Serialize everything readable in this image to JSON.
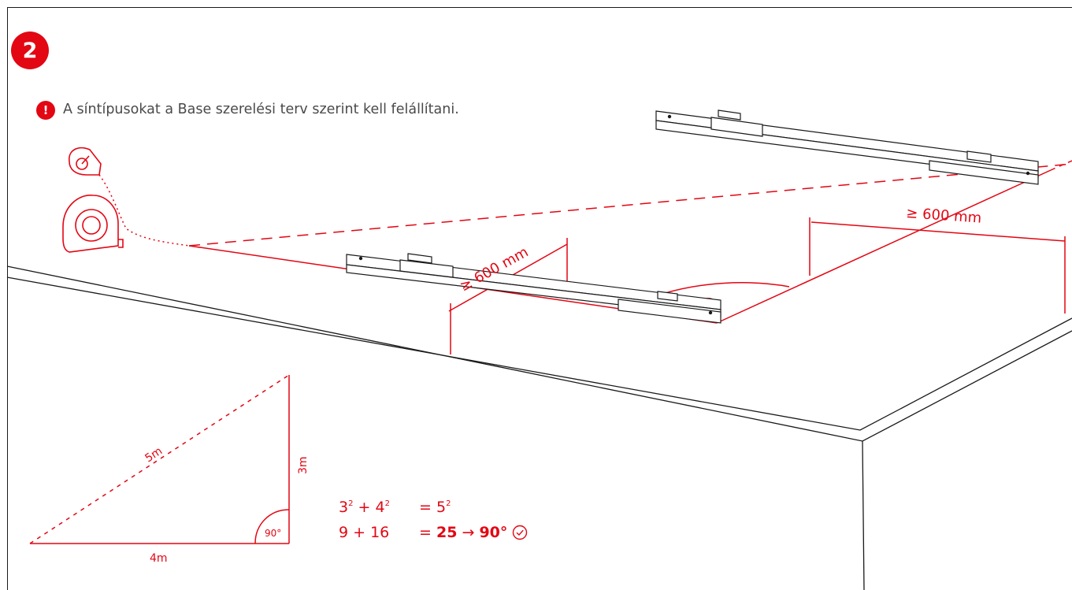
{
  "step": {
    "number": "2"
  },
  "note": {
    "icon": "exclamation-icon",
    "badge": "!",
    "text": "A síntípusokat a Base szerelési terv szerint kell felállítani."
  },
  "dimensions": {
    "front_rail": "≥ 600 mm",
    "rear_rail": "≥ 600 mm"
  },
  "triangle": {
    "hypotenuse": "5m",
    "vertical": "3m",
    "base": "4m",
    "angle": "90°"
  },
  "formula": {
    "row1": {
      "a": "3",
      "sup_a": "2",
      "plus": "+ 4",
      "sup_b": "2",
      "eq": "= 5",
      "sup_c": "2"
    },
    "row2": {
      "lhs": "9 + 16",
      "eq": "=",
      "result": "25",
      "arrow": "→",
      "angle": "90°",
      "icon": "check-circle-icon"
    }
  },
  "icons": [
    "tape-measure-icon",
    "chalk-line-icon",
    "mounting-rail-icon",
    "exclamation-icon",
    "check-circle-icon"
  ],
  "colors": {
    "accent": "#e30613",
    "line": "#1a1a1a",
    "text": "#4a4a4a"
  }
}
